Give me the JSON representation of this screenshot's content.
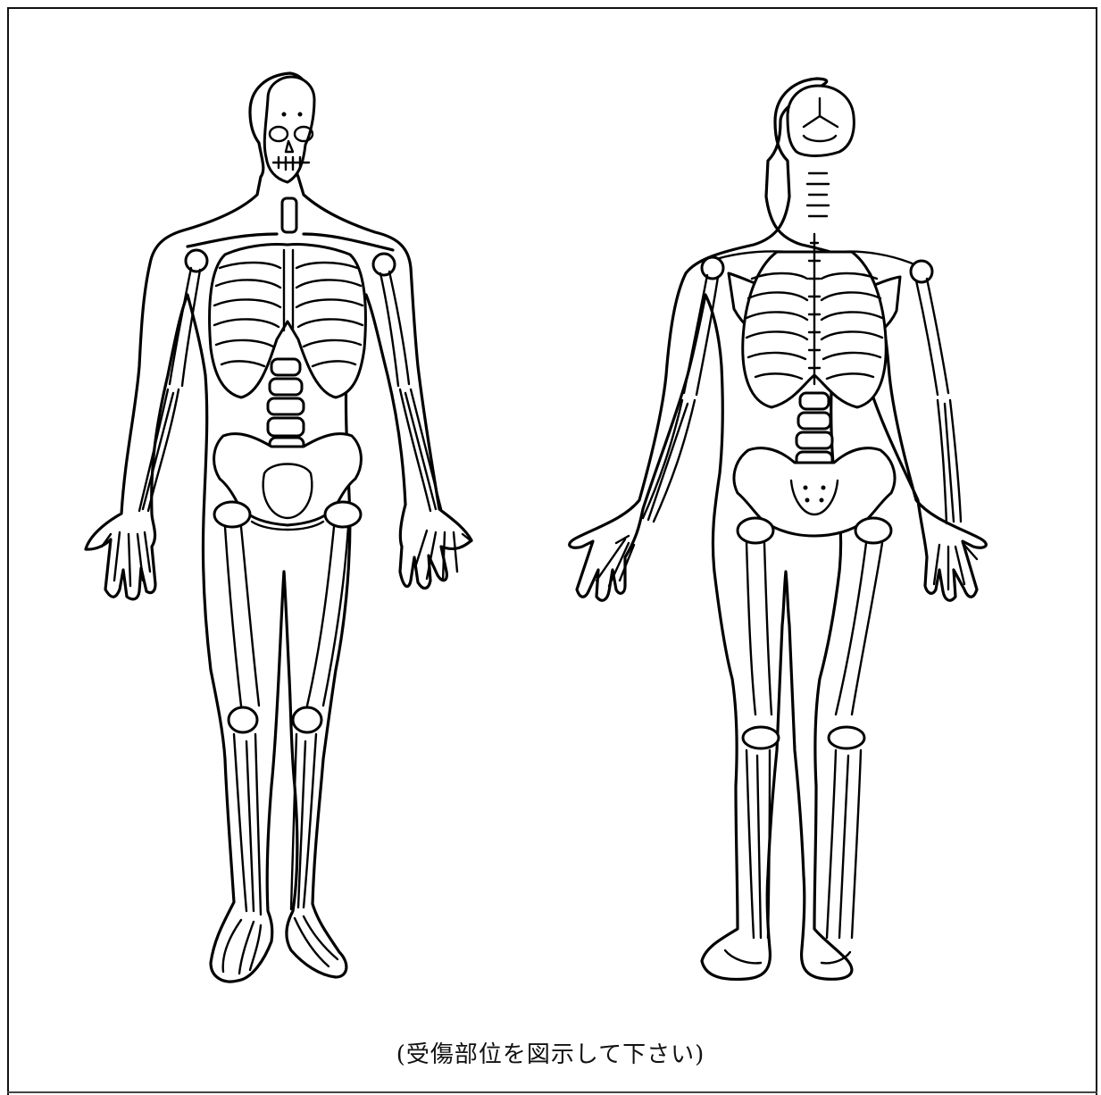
{
  "caption": "(受傷部位を図示して下さい)",
  "figures": [
    "front-view",
    "back-view"
  ],
  "colors": {
    "line": "#000000",
    "background": "#ffffff",
    "frame": "#111111"
  }
}
